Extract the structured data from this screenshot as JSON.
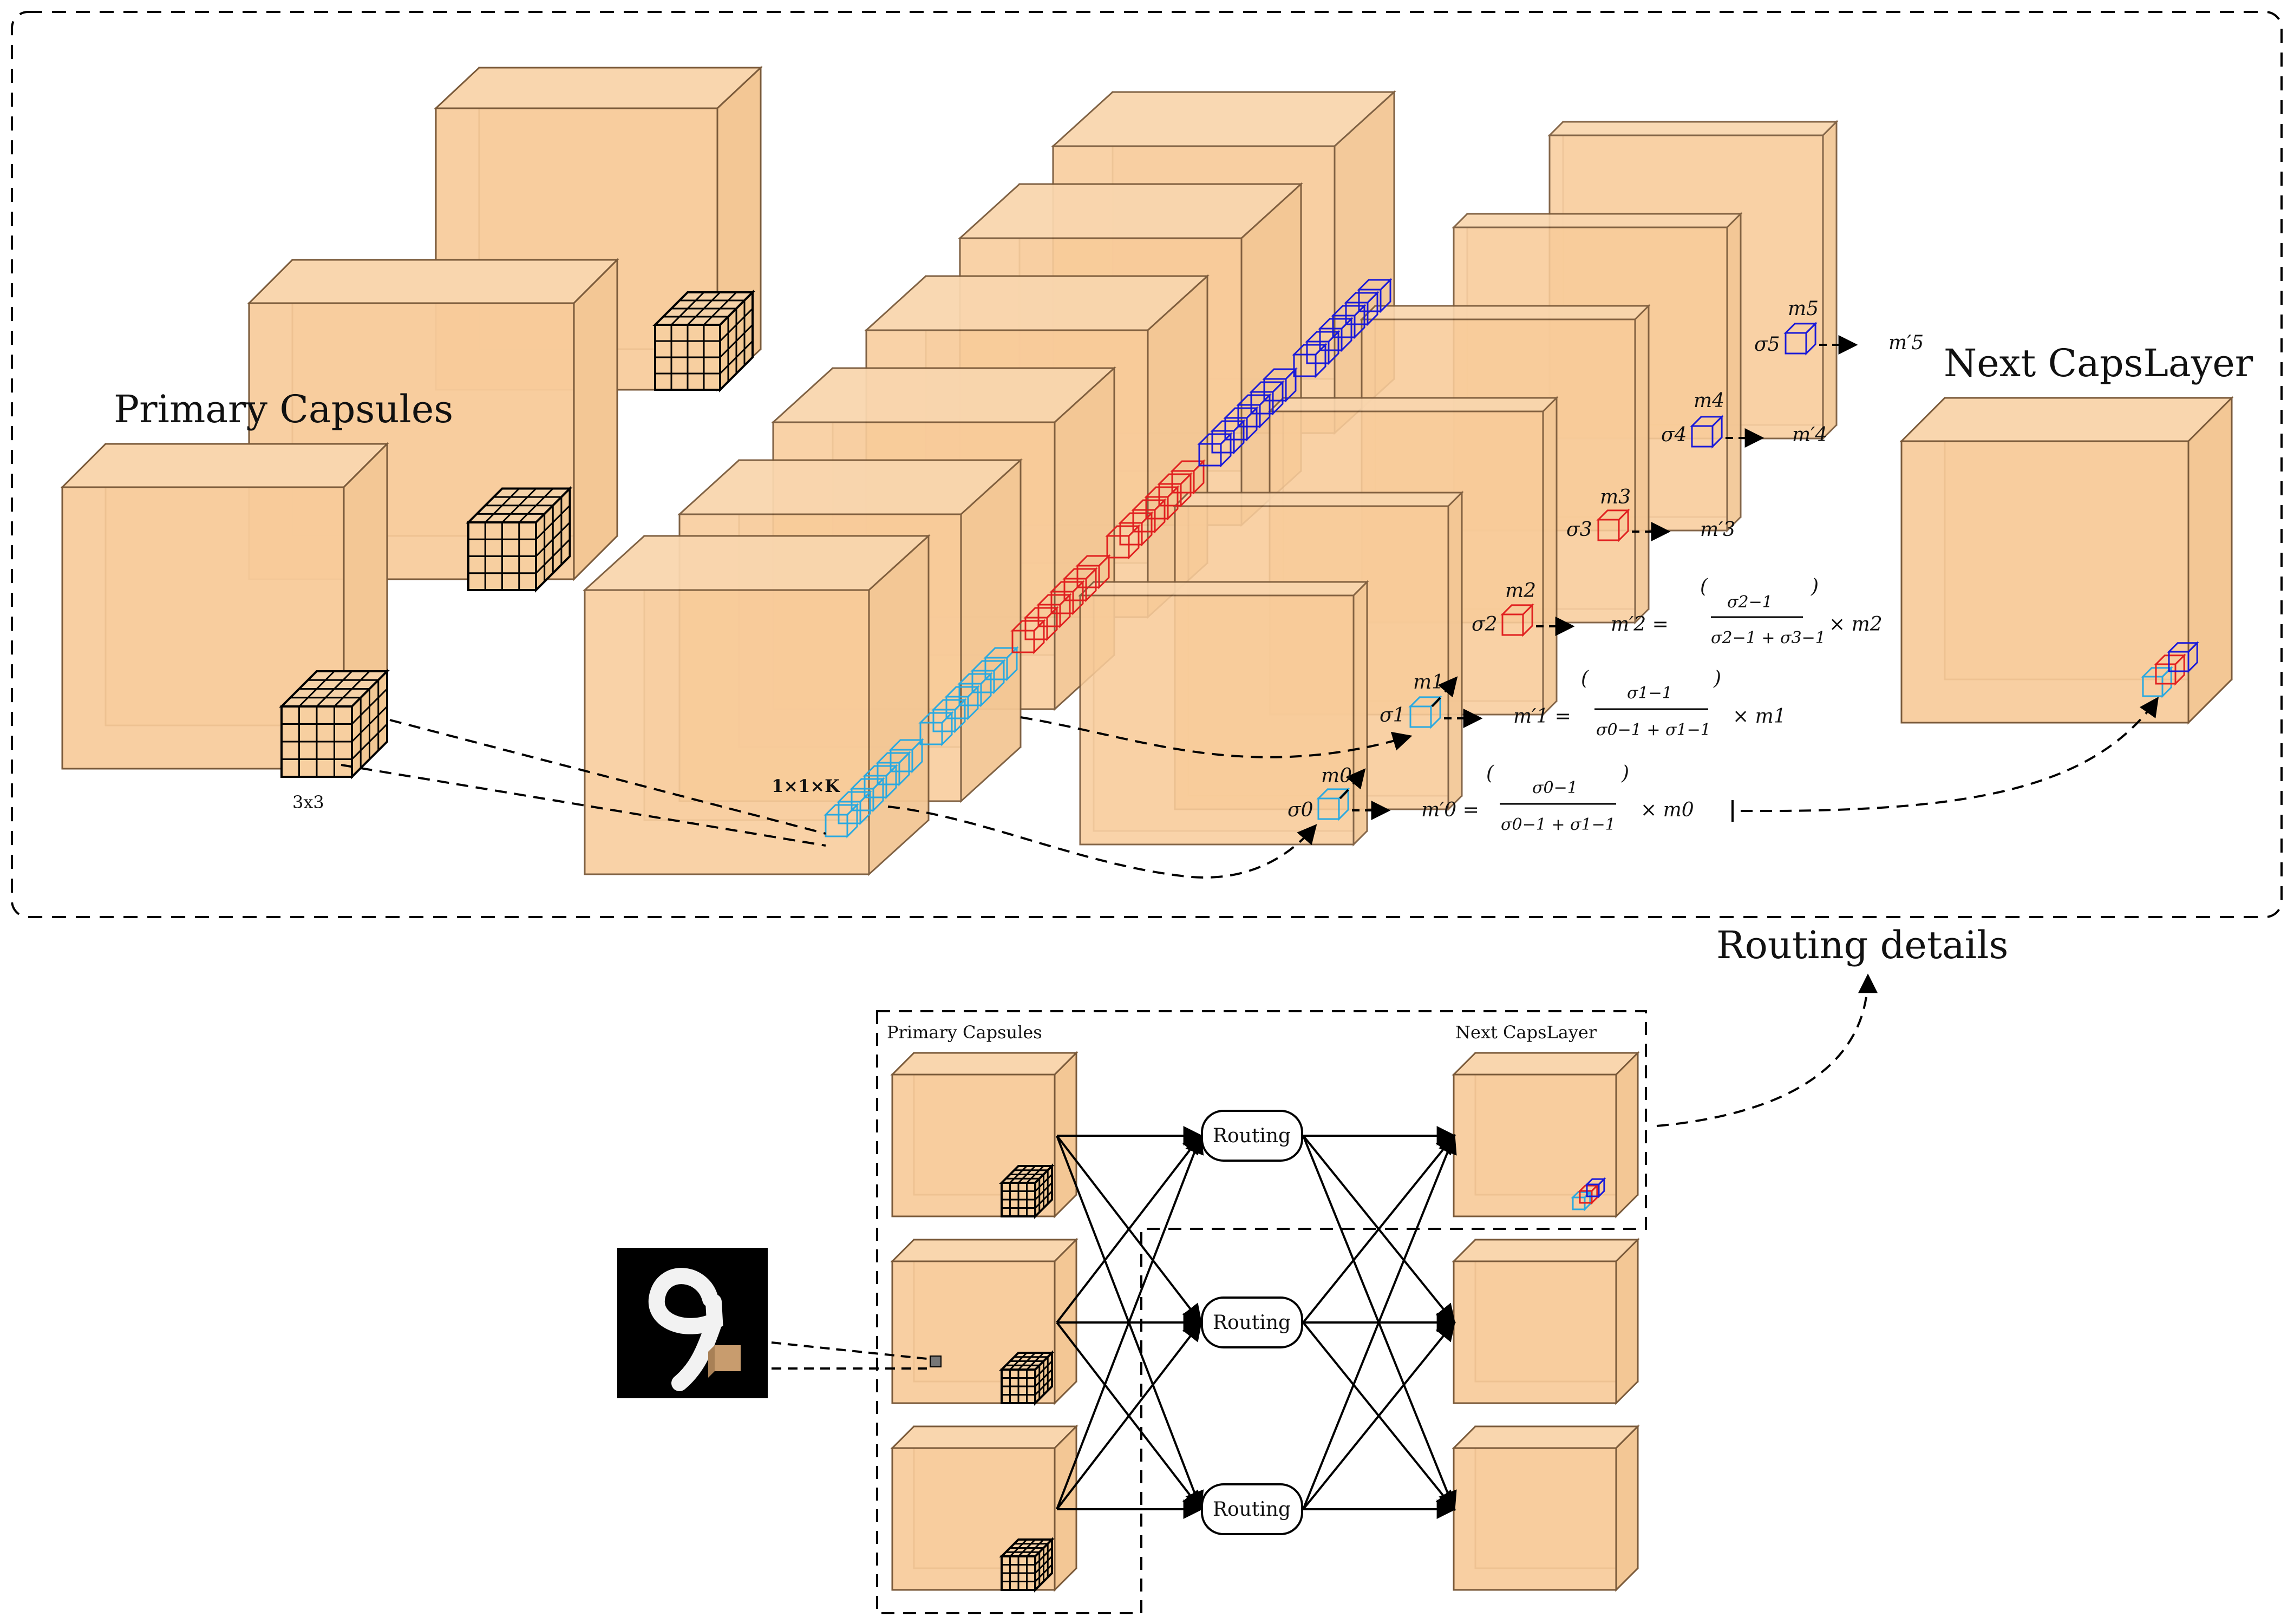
{
  "top_panel": {
    "primary_label": "Primary Capsules",
    "kernel_label": "3x3",
    "conv_label": "1×1×K",
    "next_label": "Next CapsLayer"
  },
  "routing_details_label": "Routing details",
  "sigmas": [
    "σ0",
    "σ1",
    "σ2",
    "σ3",
    "σ4",
    "σ5"
  ],
  "ms": [
    "m0",
    "m1",
    "m2",
    "m3",
    "m4",
    "m5"
  ],
  "mprimes": [
    "m′0",
    "m′1",
    "m′2",
    "m′3",
    "m′4",
    "m′5"
  ],
  "formulas": {
    "f0": {
      "lhs": "m′0 =",
      "num": "σ0−1",
      "den": "σ0−1 + σ1−1",
      "rhs": "× m0"
    },
    "f1": {
      "lhs": "m′1 =",
      "num": "σ1−1",
      "den": "σ0−1 + σ1−1",
      "rhs": "× m1"
    },
    "f2": {
      "lhs": "m′2 =",
      "num": "σ2−1",
      "den": "σ2−1 + σ3−1",
      "rhs": "× m2"
    }
  },
  "bottom_panel": {
    "primary_label": "Primary Capsules",
    "next_label": "Next CapsLayer",
    "routing_labels": [
      "Routing",
      "Routing",
      "Routing"
    ]
  },
  "colors": {
    "capsule_fill": "#f7cb9a",
    "capsule_stroke": "#7a5a3a",
    "cyan_cube": "#2aa9e0",
    "red_cube": "#e02020",
    "blue_cube": "#1a1ad8"
  },
  "icons": {
    "digit_image": "handwritten-digit-nine-image"
  }
}
